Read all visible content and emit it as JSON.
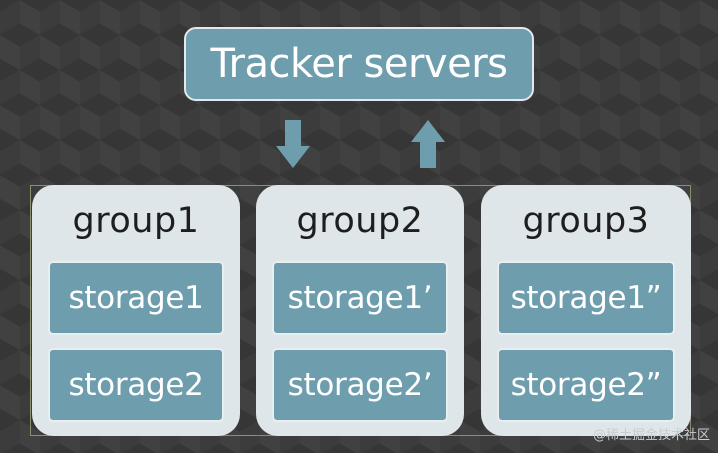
{
  "tracker": {
    "label": "Tracker servers"
  },
  "groups": [
    {
      "title": "group1",
      "storages": [
        "storage1",
        "storage2"
      ]
    },
    {
      "title": "group2",
      "storages": [
        "storage1’",
        "storage2’"
      ]
    },
    {
      "title": "group3",
      "storages": [
        "storage1”",
        "storage2”"
      ]
    }
  ],
  "arrows": {
    "color": "#6e9eae",
    "down_icon": "arrow-down-icon",
    "up_icon": "arrow-up-icon"
  },
  "colors": {
    "box": "#6e9eae",
    "group_bg": "#dfe6ea",
    "background": "#3c3c3c"
  },
  "watermark": "@稀土掘金技术社区"
}
